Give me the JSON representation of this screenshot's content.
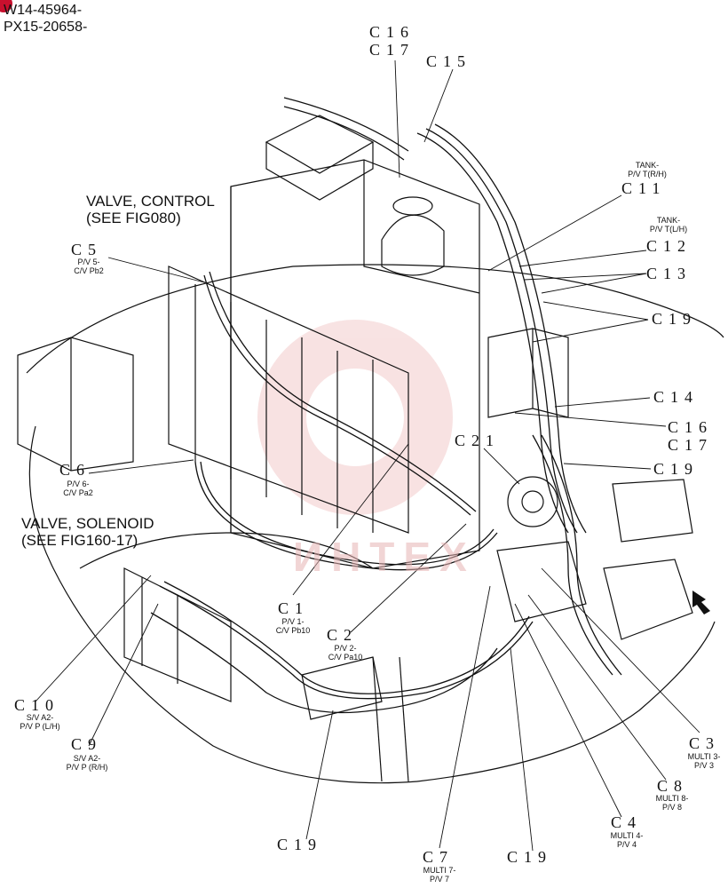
{
  "serial_numbers": [
    "W14-45964-",
    "PX15-20658-"
  ],
  "group_labels": {
    "control_valve": "VALVE, CONTROL\n(SEE FIG080)",
    "solenoid_valve": "VALVE, SOLENOID\n(SEE FIG160-17)"
  },
  "watermark_text": "ИНТЕХ",
  "callouts": {
    "c16_top": "C16",
    "c17_top": "C17",
    "c15": "C15",
    "c11": "C11",
    "c11_sub": "TANK-\nP/V T(R/H)",
    "c12": "C12",
    "c12_sub": "TANK-\nP/V T(L/H)",
    "c13": "C13",
    "c19_a": "C19",
    "c14": "C14",
    "c16_mid": "C16",
    "c17_mid": "C17",
    "c19_b": "C19",
    "c21": "C21",
    "c5": "C5",
    "c5_sub": "P/V 5-\nC/V Pb2",
    "c6": "C6",
    "c6_sub": "P/V 6-\nC/V Pa2",
    "c1": "C1",
    "c1_sub": "P/V 1-\nC/V Pb10",
    "c2": "C2",
    "c2_sub": "P/V 2-\nC/V Pa10",
    "c10": "C10",
    "c10_sub": "S/V A2-\nP/V P (L/H)",
    "c9": "C9",
    "c9_sub": "S/V A2-\nP/V P (R/H)",
    "c3": "C3",
    "c3_sub": "MULTI 3-\nP/V 3",
    "c8": "C8",
    "c8_sub": "MULTI 8-\nP/V 8",
    "c4": "C4",
    "c4_sub": "MULTI 4-\nP/V 4",
    "c7": "C7",
    "c7_sub": "MULTI 7-\nP/V 7",
    "c19_c": "C19",
    "c19_d": "C19"
  },
  "colors": {
    "line": "#111111",
    "marker": "#c8102e",
    "watermark": "#e7b3b3"
  },
  "icons": [
    "direction-arrow-icon"
  ]
}
